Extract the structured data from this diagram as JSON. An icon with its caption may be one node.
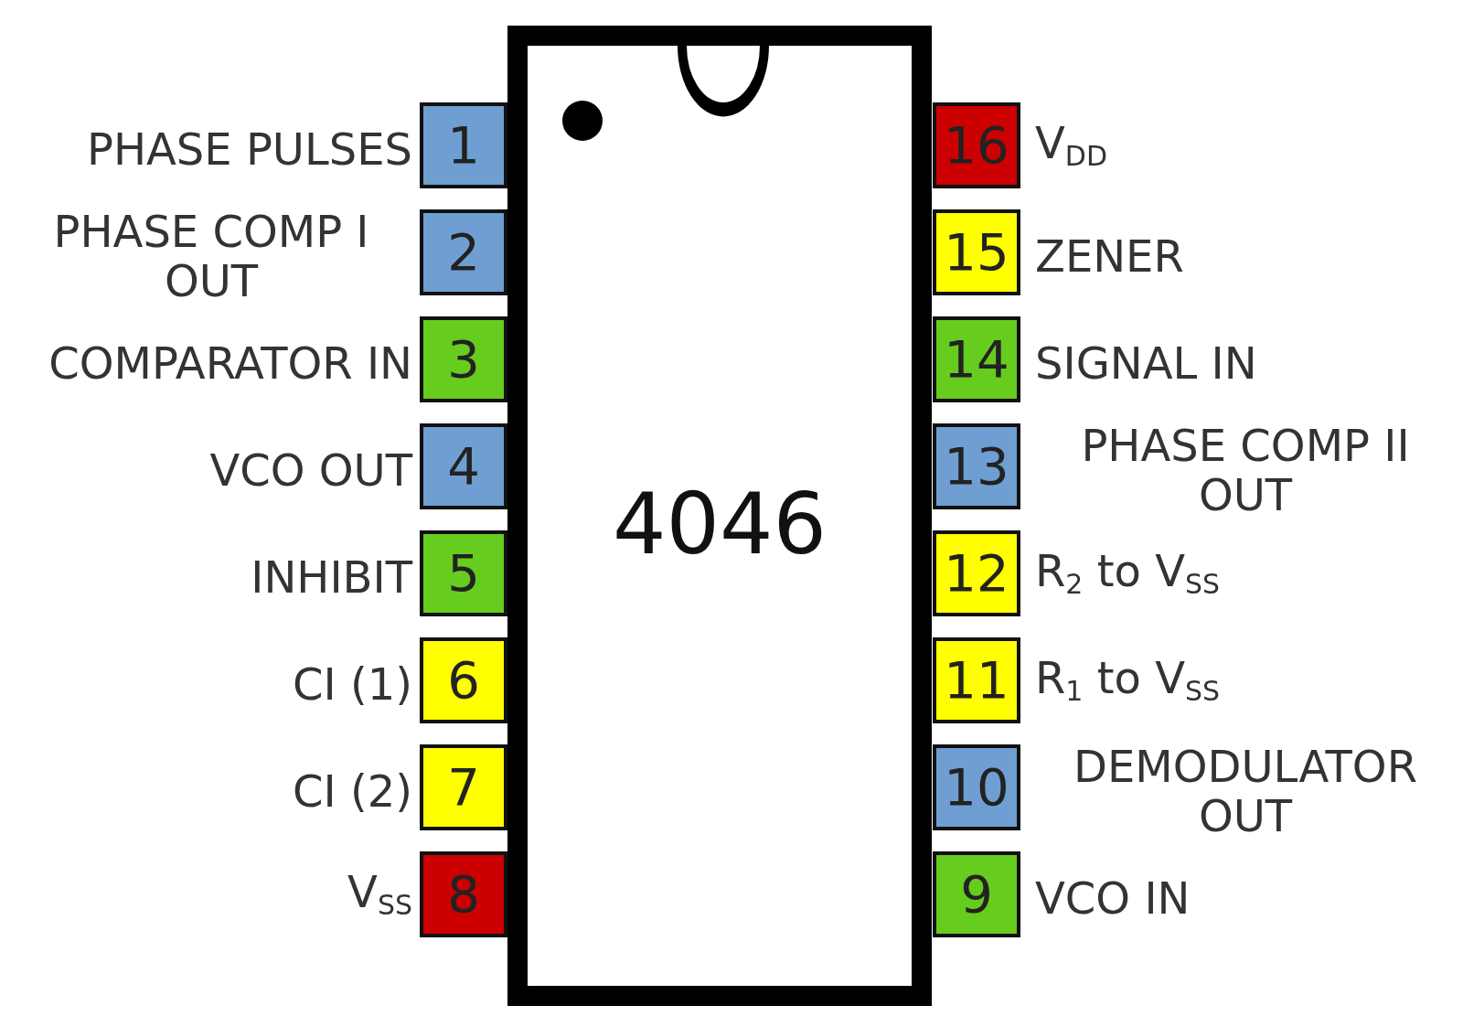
{
  "diagram": {
    "nodes": [
      {
        "text": [
          "4046"
        ]
      },
      {
        "text": [
          "1"
        ],
        "beside": [
          "PHASE PULSES"
        ]
      },
      {
        "text": [
          "2"
        ],
        "beside": [
          "PHASE COMP I OUT"
        ]
      },
      {
        "text": [
          "3"
        ],
        "beside": [
          "COMPARATOR IN"
        ]
      },
      {
        "text": [
          "4"
        ],
        "beside": [
          "VCO OUT"
        ]
      },
      {
        "text": [
          "5"
        ],
        "beside": [
          "INHIBIT"
        ]
      },
      {
        "text": [
          "6"
        ],
        "beside": [
          "CI (1)"
        ]
      },
      {
        "text": [
          "7"
        ],
        "beside": [
          "CI (2)"
        ]
      },
      {
        "text": [
          "8"
        ],
        "beside": [
          "V$_{SS}$"
        ]
      },
      {
        "text": [
          "9"
        ],
        "beside": [
          "VCO IN"
        ]
      },
      {
        "text": [
          "10"
        ],
        "beside": [
          "DEMODULATOR OUT"
        ]
      },
      {
        "text": [
          "11"
        ],
        "beside": [
          "R$_{1}$ to V$_{SS}$"
        ]
      },
      {
        "text": [
          "12"
        ],
        "beside": [
          "R$_{2}$ to V$_{SS}$"
        ]
      },
      {
        "text": [
          "13"
        ],
        "beside": [
          "PHASE COMP II OUT"
        ]
      },
      {
        "text": [
          "14"
        ],
        "beside": [
          "SIGNAL IN"
        ]
      },
      {
        "text": [
          "15"
        ],
        "beside": [
          "ZENER"
        ]
      },
      {
        "text": [
          "16"
        ],
        "beside": [
          "V$_{DD}$"
        ]
      }
    ]
  }
}
